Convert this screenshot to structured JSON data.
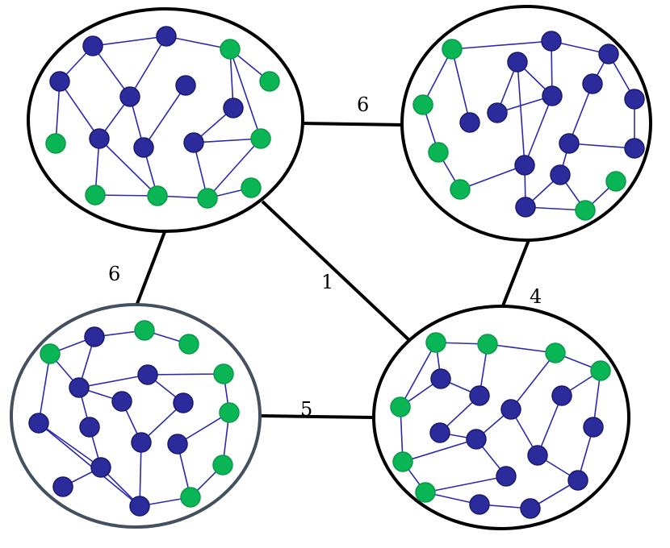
{
  "colors": {
    "background": "#ffffff",
    "cluster_outline": "#000000",
    "cluster_outline_alt": "#44505f",
    "inter_edge": "#000000",
    "intra_edge": "#2a2ab0",
    "node_blue": "#2b2b9c",
    "node_blue_stroke": "#1a1a70",
    "node_green": "#0ab555",
    "node_green_stroke": "#089a47"
  },
  "clusters": [
    {
      "id": "top-left"
    },
    {
      "id": "top-right"
    },
    {
      "id": "bottom-left"
    },
    {
      "id": "bottom-right"
    }
  ],
  "inter_edges": [
    {
      "from": "top-left",
      "to": "top-right",
      "weight": "6"
    },
    {
      "from": "top-left",
      "to": "bottom-left",
      "weight": "6"
    },
    {
      "from": "top-left",
      "to": "bottom-right",
      "weight": "1"
    },
    {
      "from": "top-right",
      "to": "bottom-right",
      "weight": "4"
    },
    {
      "from": "bottom-left",
      "to": "bottom-right",
      "weight": "5"
    }
  ]
}
